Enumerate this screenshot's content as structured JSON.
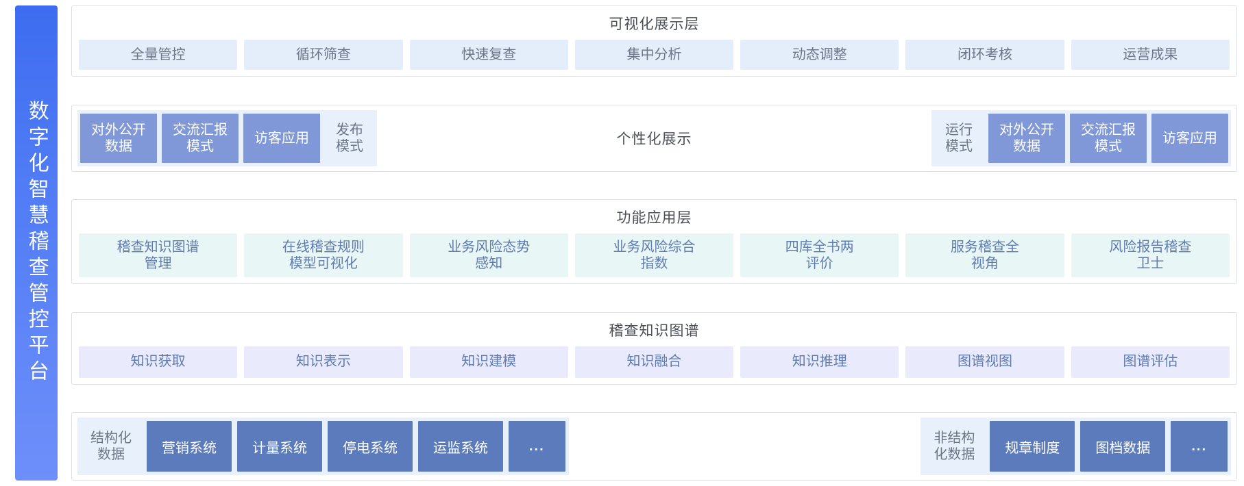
{
  "platform": {
    "title": "数字化智慧稽查管控平台",
    "accent_color": "#4f7bf5"
  },
  "layers": {
    "visualization": {
      "title": "可视化展示层",
      "items": [
        "全量管控",
        "循环筛查",
        "快速复查",
        "集中分析",
        "动态调整",
        "闭环考核",
        "运营成果"
      ]
    },
    "personalized": {
      "center_title": "个性化展示",
      "left_group": {
        "tiles": [
          "对外公开\n数据",
          "交流汇报\n模式",
          "访客应用"
        ],
        "mode_label": "发布\n模式"
      },
      "right_group": {
        "mode_label": "运行\n模式",
        "tiles": [
          "对外公开\n数据",
          "交流汇报\n模式",
          "访客应用"
        ]
      }
    },
    "functional": {
      "title": "功能应用层",
      "items": [
        "稽查知识图谱\n管理",
        "在线稽查规则\n模型可视化",
        "业务风险态势\n感知",
        "业务风险综合\n指数",
        "四库全书两\n评价",
        "服务稽查全\n视角",
        "风险报告稽查\n卫士"
      ]
    },
    "knowledge_graph": {
      "title": "稽查知识图谱",
      "items": [
        "知识获取",
        "知识表示",
        "知识建模",
        "知识融合",
        "知识推理",
        "图谱视图",
        "图谱评估"
      ]
    },
    "data": {
      "structured": {
        "label": "结构化\n数据",
        "systems": [
          "营销系统",
          "计量系统",
          "停电系统",
          "运监系统",
          "..."
        ]
      },
      "unstructured": {
        "label": "非结构\n化数据",
        "systems": [
          "规章制度",
          "图档数据",
          "..."
        ]
      }
    }
  }
}
